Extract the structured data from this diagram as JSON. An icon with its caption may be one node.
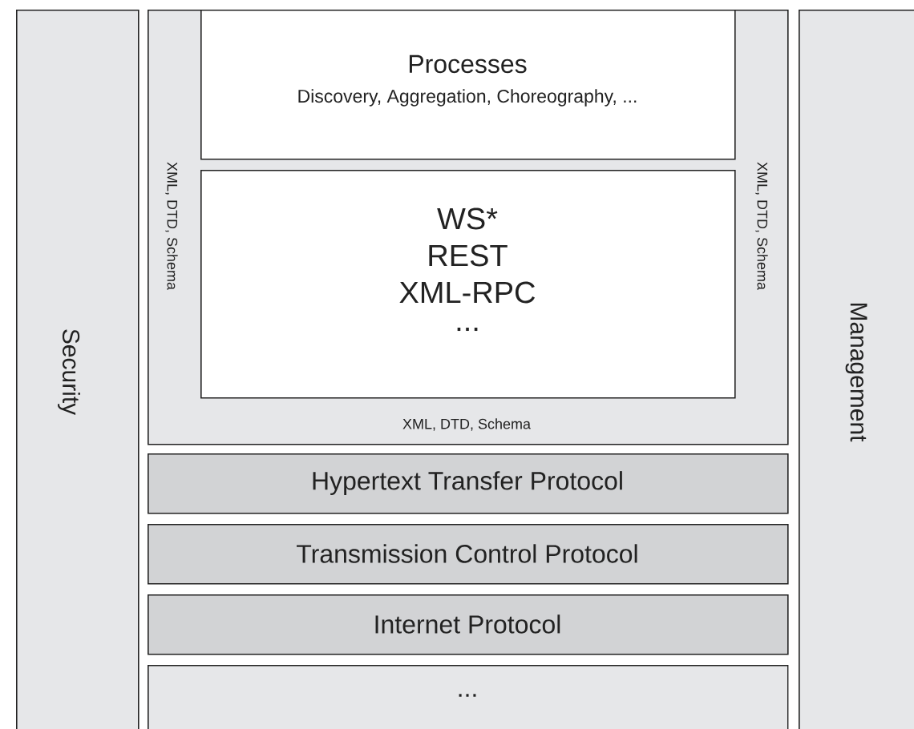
{
  "diagram": {
    "nodes": [
      {
        "text": [
          "Security"
        ]
      },
      {
        "text": [
          "XML, DTD, Schema",
          "XML, DTD, Schema",
          "XML, DTD, Schema"
        ]
      },
      {
        "text": [
          "Processes",
          "Discovery, Aggregation, Choreography, ..."
        ],
        "in": 1
      },
      {
        "text": [
          "WS*",
          "REST",
          "XML-RPC",
          "..."
        ],
        "in": 1
      },
      {
        "text": [
          "Hypertext Transfer Protocol"
        ]
      },
      {
        "text": [
          "Transmission Control Protocol"
        ]
      },
      {
        "text": [
          "Internet Protocol"
        ]
      },
      {
        "text": [
          "..."
        ]
      },
      {
        "text": [
          "Management"
        ]
      }
    ]
  }
}
